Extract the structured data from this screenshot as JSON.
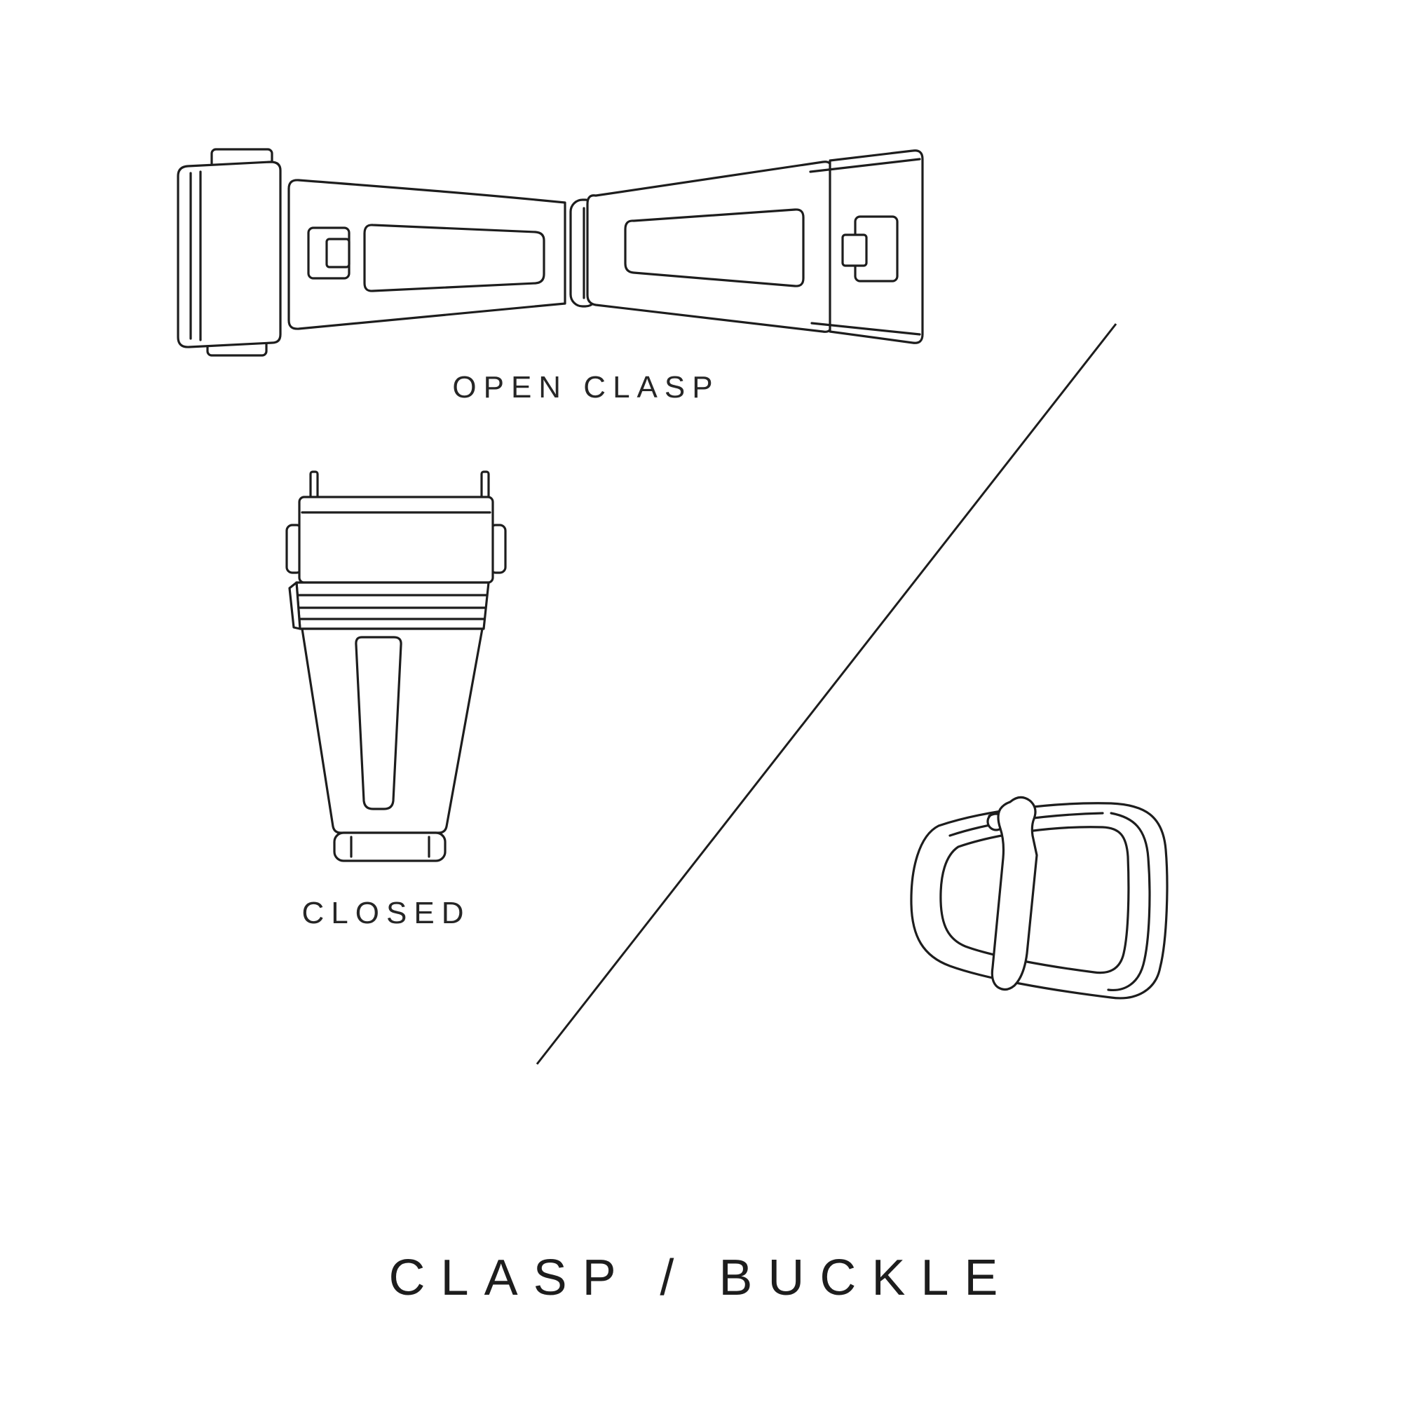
{
  "page": {
    "background_color": "#ffffff",
    "line_color": "#1d1d1d"
  },
  "figure": {
    "open_clasp_label": "OPEN CLASP",
    "closed_label": "CLOSED",
    "title": "CLASP / BUCKLE"
  },
  "illustrations": {
    "open_clasp": "open-clasp-line-drawing",
    "closed_clasp": "closed-clasp-line-drawing",
    "buckle": "tang-buckle-line-drawing",
    "divider": "diagonal-divider-line"
  }
}
